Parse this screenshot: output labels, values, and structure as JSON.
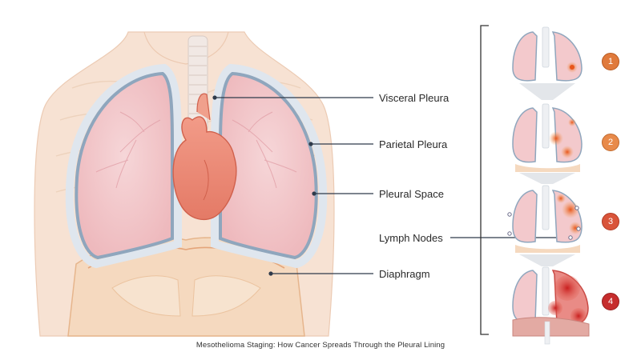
{
  "labels": {
    "visceral": "Visceral Pleura",
    "parietal": "Parietal Pleura",
    "space": "Pleural Space",
    "lymph": "Lymph Nodes",
    "diaphragm": "Diaphragm"
  },
  "caption": "Mesothelioma Staging: How Cancer Spreads Through the Pleural Lining",
  "stages": [
    {
      "label": "1",
      "color": "#e07a3c"
    },
    {
      "label": "2",
      "color": "#e88a4a"
    },
    {
      "label": "3",
      "color": "#d9543a"
    },
    {
      "label": "4",
      "color": "#c62d2d"
    }
  ],
  "colors": {
    "lung": "#f3c9cc",
    "pleura": "#8fa6bd",
    "heart": "#ec8b78",
    "skin": "#f3d7c3",
    "tumor": "#e86a22"
  }
}
